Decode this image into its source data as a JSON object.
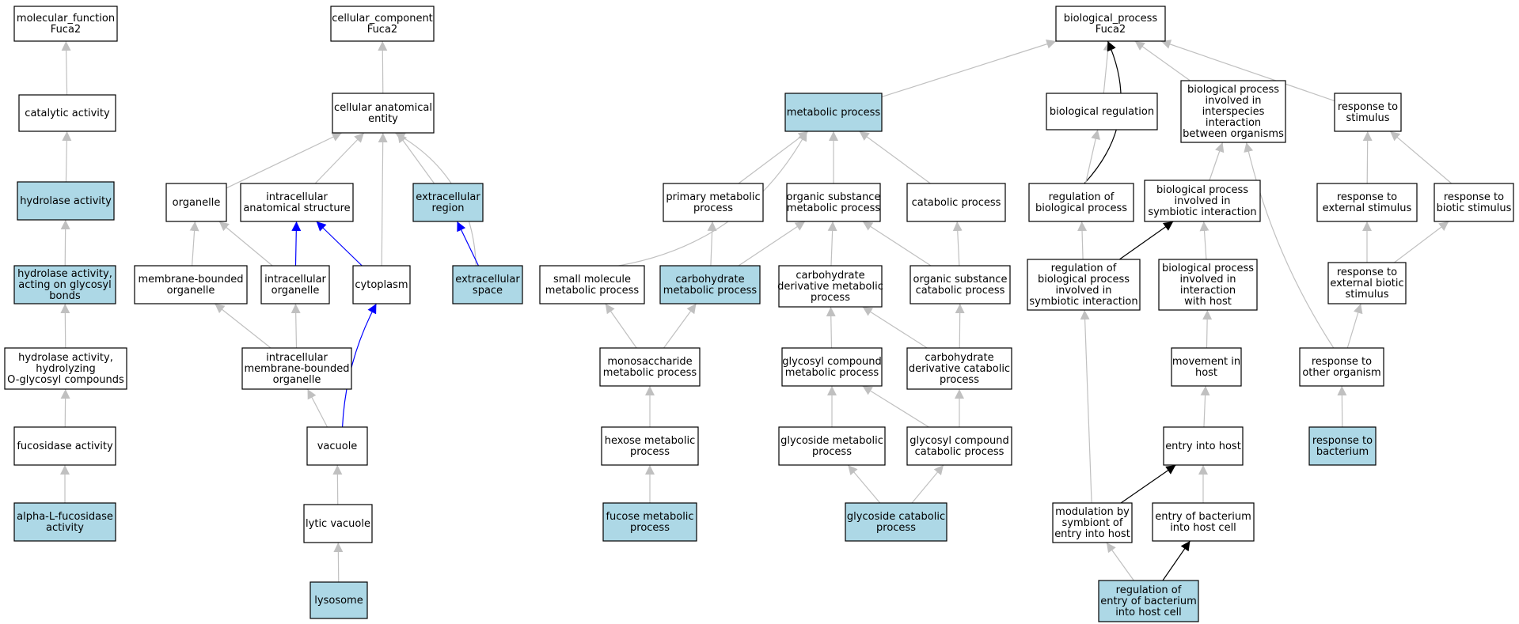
{
  "colors": {
    "highlight": "#add8e6",
    "plain": "#ffffff",
    "gray_edge": "#c0c0c0",
    "blue_edge": "#0000ff",
    "black_edge": "#000000"
  },
  "nodes": [
    {
      "id": "mf_root",
      "lines": [
        "molecular_function",
        "Fuca2"
      ],
      "highlight": false
    },
    {
      "id": "catalytic",
      "lines": [
        "catalytic activity"
      ],
      "highlight": false
    },
    {
      "id": "hydrolase",
      "lines": [
        "hydrolase activity"
      ],
      "highlight": true
    },
    {
      "id": "hydrolase_glycosyl",
      "lines": [
        "hydrolase activity,",
        "acting on glycosyl",
        "bonds"
      ],
      "highlight": true
    },
    {
      "id": "hydrolase_oglycosyl",
      "lines": [
        "hydrolase activity,",
        "hydrolyzing",
        "O-glycosyl compounds"
      ],
      "highlight": false
    },
    {
      "id": "fucosidase",
      "lines": [
        "fucosidase activity"
      ],
      "highlight": false
    },
    {
      "id": "alpha_fucosidase",
      "lines": [
        "alpha-L-fucosidase",
        "activity"
      ],
      "highlight": true
    },
    {
      "id": "cc_root",
      "lines": [
        "cellular_component",
        "Fuca2"
      ],
      "highlight": false
    },
    {
      "id": "cae",
      "lines": [
        "cellular anatomical",
        "entity"
      ],
      "highlight": false
    },
    {
      "id": "organelle",
      "lines": [
        "organelle"
      ],
      "highlight": false
    },
    {
      "id": "intracellular_as",
      "lines": [
        "intracellular",
        "anatomical structure"
      ],
      "highlight": false
    },
    {
      "id": "extracellular_region",
      "lines": [
        "extracellular",
        "region"
      ],
      "highlight": true
    },
    {
      "id": "membrane_bounded",
      "lines": [
        "membrane-bounded",
        "organelle"
      ],
      "highlight": false
    },
    {
      "id": "intracellular_org",
      "lines": [
        "intracellular",
        "organelle"
      ],
      "highlight": false
    },
    {
      "id": "cytoplasm",
      "lines": [
        "cytoplasm"
      ],
      "highlight": false
    },
    {
      "id": "extracellular_space",
      "lines": [
        "extracellular",
        "space"
      ],
      "highlight": true
    },
    {
      "id": "intra_mbo",
      "lines": [
        "intracellular",
        "membrane-bounded",
        "organelle"
      ],
      "highlight": false
    },
    {
      "id": "vacuole",
      "lines": [
        "vacuole"
      ],
      "highlight": false
    },
    {
      "id": "lytic_vacuole",
      "lines": [
        "lytic vacuole"
      ],
      "highlight": false
    },
    {
      "id": "lysosome",
      "lines": [
        "lysosome"
      ],
      "highlight": true
    },
    {
      "id": "bp_root",
      "lines": [
        "biological_process",
        "Fuca2"
      ],
      "highlight": false
    },
    {
      "id": "metabolic",
      "lines": [
        "metabolic process"
      ],
      "highlight": true
    },
    {
      "id": "bio_reg",
      "lines": [
        "biological regulation"
      ],
      "highlight": false
    },
    {
      "id": "bp_interspecies",
      "lines": [
        "biological process",
        "involved in",
        "interspecies",
        "interaction",
        "between organisms"
      ],
      "highlight": false
    },
    {
      "id": "resp_stimulus",
      "lines": [
        "response to",
        "stimulus"
      ],
      "highlight": false
    },
    {
      "id": "primary_met",
      "lines": [
        "primary metabolic",
        "process"
      ],
      "highlight": false
    },
    {
      "id": "organic_met",
      "lines": [
        "organic substance",
        "metabolic process"
      ],
      "highlight": false
    },
    {
      "id": "catabolic",
      "lines": [
        "catabolic process"
      ],
      "highlight": false
    },
    {
      "id": "reg_bp",
      "lines": [
        "regulation of",
        "biological process"
      ],
      "highlight": false
    },
    {
      "id": "bp_symbiotic",
      "lines": [
        "biological process",
        "involved in",
        "symbiotic interaction"
      ],
      "highlight": false
    },
    {
      "id": "resp_ext",
      "lines": [
        "response to",
        "external stimulus"
      ],
      "highlight": false
    },
    {
      "id": "resp_biotic",
      "lines": [
        "response to",
        "biotic stimulus"
      ],
      "highlight": false
    },
    {
      "id": "small_mol",
      "lines": [
        "small molecule",
        "metabolic process"
      ],
      "highlight": false
    },
    {
      "id": "carb_met",
      "lines": [
        "carbohydrate",
        "metabolic process"
      ],
      "highlight": true
    },
    {
      "id": "carb_deriv_met",
      "lines": [
        "carbohydrate",
        "derivative metabolic",
        "process"
      ],
      "highlight": false
    },
    {
      "id": "organic_cat",
      "lines": [
        "organic substance",
        "catabolic process"
      ],
      "highlight": false
    },
    {
      "id": "reg_bp_symb",
      "lines": [
        "regulation of",
        "biological process",
        "involved in",
        "symbiotic interaction"
      ],
      "highlight": false
    },
    {
      "id": "bp_host",
      "lines": [
        "biological process",
        "involved in",
        "interaction",
        "with host"
      ],
      "highlight": false
    },
    {
      "id": "resp_ext_biotic",
      "lines": [
        "response to",
        "external biotic",
        "stimulus"
      ],
      "highlight": false
    },
    {
      "id": "monosacch",
      "lines": [
        "monosaccharide",
        "metabolic process"
      ],
      "highlight": false
    },
    {
      "id": "glycosyl_met",
      "lines": [
        "glycosyl compound",
        "metabolic process"
      ],
      "highlight": false
    },
    {
      "id": "carb_deriv_cat",
      "lines": [
        "carbohydrate",
        "derivative catabolic",
        "process"
      ],
      "highlight": false
    },
    {
      "id": "movement_host",
      "lines": [
        "movement in",
        "host"
      ],
      "highlight": false
    },
    {
      "id": "resp_other",
      "lines": [
        "response to",
        "other organism"
      ],
      "highlight": false
    },
    {
      "id": "hexose",
      "lines": [
        "hexose metabolic",
        "process"
      ],
      "highlight": false
    },
    {
      "id": "glycoside_met",
      "lines": [
        "glycoside metabolic",
        "process"
      ],
      "highlight": false
    },
    {
      "id": "glycosyl_cat",
      "lines": [
        "glycosyl compound",
        "catabolic process"
      ],
      "highlight": false
    },
    {
      "id": "entry_host",
      "lines": [
        "entry into host"
      ],
      "highlight": false
    },
    {
      "id": "resp_bacterium",
      "lines": [
        "response to",
        "bacterium"
      ],
      "highlight": true
    },
    {
      "id": "fucose_met",
      "lines": [
        "fucose metabolic",
        "process"
      ],
      "highlight": true
    },
    {
      "id": "glycoside_cat",
      "lines": [
        "glycoside catabolic",
        "process"
      ],
      "highlight": true
    },
    {
      "id": "modulation",
      "lines": [
        "modulation by",
        "symbiont of",
        "entry into host"
      ],
      "highlight": false
    },
    {
      "id": "entry_bact",
      "lines": [
        "entry of bacterium",
        "into host cell"
      ],
      "highlight": false
    },
    {
      "id": "reg_entry_bact",
      "lines": [
        "regulation of",
        "entry of bacterium",
        "into host cell"
      ],
      "highlight": true
    }
  ],
  "edges": [
    {
      "from": "catalytic",
      "to": "mf_root",
      "kind": "gray"
    },
    {
      "from": "hydrolase",
      "to": "catalytic",
      "kind": "gray"
    },
    {
      "from": "hydrolase_glycosyl",
      "to": "hydrolase",
      "kind": "gray"
    },
    {
      "from": "hydrolase_oglycosyl",
      "to": "hydrolase_glycosyl",
      "kind": "gray"
    },
    {
      "from": "fucosidase",
      "to": "hydrolase_oglycosyl",
      "kind": "gray"
    },
    {
      "from": "alpha_fucosidase",
      "to": "fucosidase",
      "kind": "gray"
    },
    {
      "from": "cae",
      "to": "cc_root",
      "kind": "gray"
    },
    {
      "from": "organelle",
      "to": "cae",
      "kind": "gray"
    },
    {
      "from": "intracellular_as",
      "to": "cae",
      "kind": "gray"
    },
    {
      "from": "extracellular_region",
      "to": "cae",
      "kind": "gray"
    },
    {
      "from": "cytoplasm",
      "to": "cae",
      "kind": "gray"
    },
    {
      "from": "extracellular_space",
      "to": "cae",
      "kind": "gray",
      "curve": 55
    },
    {
      "from": "membrane_bounded",
      "to": "organelle",
      "kind": "gray"
    },
    {
      "from": "intracellular_org",
      "to": "organelle",
      "kind": "gray"
    },
    {
      "from": "intracellular_org",
      "to": "intracellular_as",
      "kind": "blue"
    },
    {
      "from": "cytoplasm",
      "to": "intracellular_as",
      "kind": "blue"
    },
    {
      "from": "extracellular_space",
      "to": "extracellular_region",
      "kind": "blue"
    },
    {
      "from": "intra_mbo",
      "to": "membrane_bounded",
      "kind": "gray"
    },
    {
      "from": "intra_mbo",
      "to": "intracellular_org",
      "kind": "gray"
    },
    {
      "from": "vacuole",
      "to": "intra_mbo",
      "kind": "gray"
    },
    {
      "from": "vacuole",
      "to": "cytoplasm",
      "kind": "blue",
      "curve": -18
    },
    {
      "from": "lytic_vacuole",
      "to": "vacuole",
      "kind": "gray"
    },
    {
      "from": "lysosome",
      "to": "lytic_vacuole",
      "kind": "gray"
    },
    {
      "from": "metabolic",
      "to": "bp_root",
      "kind": "gray"
    },
    {
      "from": "bio_reg",
      "to": "bp_root",
      "kind": "gray"
    },
    {
      "from": "bp_interspecies",
      "to": "bp_root",
      "kind": "gray"
    },
    {
      "from": "resp_stimulus",
      "to": "bp_root",
      "kind": "gray"
    },
    {
      "from": "reg_bp",
      "to": "bp_root",
      "kind": "black",
      "curve": 60
    },
    {
      "from": "reg_bp",
      "to": "bio_reg",
      "kind": "gray"
    },
    {
      "from": "primary_met",
      "to": "metabolic",
      "kind": "gray"
    },
    {
      "from": "organic_met",
      "to": "metabolic",
      "kind": "gray"
    },
    {
      "from": "catabolic",
      "to": "metabolic",
      "kind": "gray"
    },
    {
      "from": "small_mol",
      "to": "metabolic",
      "kind": "gray",
      "curve": 70
    },
    {
      "from": "bp_symbiotic",
      "to": "bp_interspecies",
      "kind": "gray"
    },
    {
      "from": "resp_ext",
      "to": "resp_stimulus",
      "kind": "gray"
    },
    {
      "from": "resp_biotic",
      "to": "resp_stimulus",
      "kind": "gray"
    },
    {
      "from": "carb_met",
      "to": "primary_met",
      "kind": "gray"
    },
    {
      "from": "carb_met",
      "to": "organic_met",
      "kind": "gray"
    },
    {
      "from": "carb_deriv_met",
      "to": "organic_met",
      "kind": "gray"
    },
    {
      "from": "organic_cat",
      "to": "organic_met",
      "kind": "gray"
    },
    {
      "from": "organic_cat",
      "to": "catabolic",
      "kind": "gray"
    },
    {
      "from": "reg_bp_symb",
      "to": "reg_bp",
      "kind": "gray"
    },
    {
      "from": "reg_bp_symb",
      "to": "bp_symbiotic",
      "kind": "black"
    },
    {
      "from": "bp_host",
      "to": "bp_symbiotic",
      "kind": "gray"
    },
    {
      "from": "resp_ext_biotic",
      "to": "resp_ext",
      "kind": "gray"
    },
    {
      "from": "resp_ext_biotic",
      "to": "resp_biotic",
      "kind": "gray"
    },
    {
      "from": "monosacch",
      "to": "small_mol",
      "kind": "gray"
    },
    {
      "from": "monosacch",
      "to": "carb_met",
      "kind": "gray"
    },
    {
      "from": "glycosyl_met",
      "to": "carb_deriv_met",
      "kind": "gray"
    },
    {
      "from": "carb_deriv_cat",
      "to": "carb_deriv_met",
      "kind": "gray"
    },
    {
      "from": "carb_deriv_cat",
      "to": "organic_cat",
      "kind": "gray"
    },
    {
      "from": "movement_host",
      "to": "bp_host",
      "kind": "gray"
    },
    {
      "from": "resp_other",
      "to": "resp_ext_biotic",
      "kind": "gray"
    },
    {
      "from": "resp_other",
      "to": "bp_interspecies",
      "kind": "gray",
      "curve": -25
    },
    {
      "from": "hexose",
      "to": "monosacch",
      "kind": "gray"
    },
    {
      "from": "glycoside_met",
      "to": "glycosyl_met",
      "kind": "gray"
    },
    {
      "from": "glycosyl_cat",
      "to": "glycosyl_met",
      "kind": "gray"
    },
    {
      "from": "glycosyl_cat",
      "to": "carb_deriv_cat",
      "kind": "gray"
    },
    {
      "from": "entry_host",
      "to": "movement_host",
      "kind": "gray"
    },
    {
      "from": "resp_bacterium",
      "to": "resp_other",
      "kind": "gray"
    },
    {
      "from": "fucose_met",
      "to": "hexose",
      "kind": "gray"
    },
    {
      "from": "glycoside_cat",
      "to": "glycoside_met",
      "kind": "gray"
    },
    {
      "from": "glycoside_cat",
      "to": "glycosyl_cat",
      "kind": "gray"
    },
    {
      "from": "modulation",
      "to": "reg_bp_symb",
      "kind": "gray"
    },
    {
      "from": "modulation",
      "to": "entry_host",
      "kind": "black"
    },
    {
      "from": "entry_bact",
      "to": "entry_host",
      "kind": "gray"
    },
    {
      "from": "reg_entry_bact",
      "to": "modulation",
      "kind": "gray"
    },
    {
      "from": "reg_entry_bact",
      "to": "entry_bact",
      "kind": "black"
    }
  ]
}
